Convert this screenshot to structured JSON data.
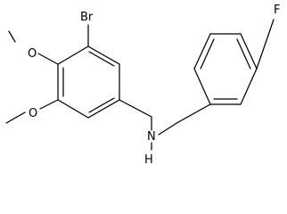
{
  "molecule": {
    "atoms": {
      "bromine": "Br",
      "oxygen_top": "O",
      "oxygen_bottom": "O",
      "nitrogen": "N",
      "hydrogen": "H",
      "fluorine": "F"
    }
  }
}
